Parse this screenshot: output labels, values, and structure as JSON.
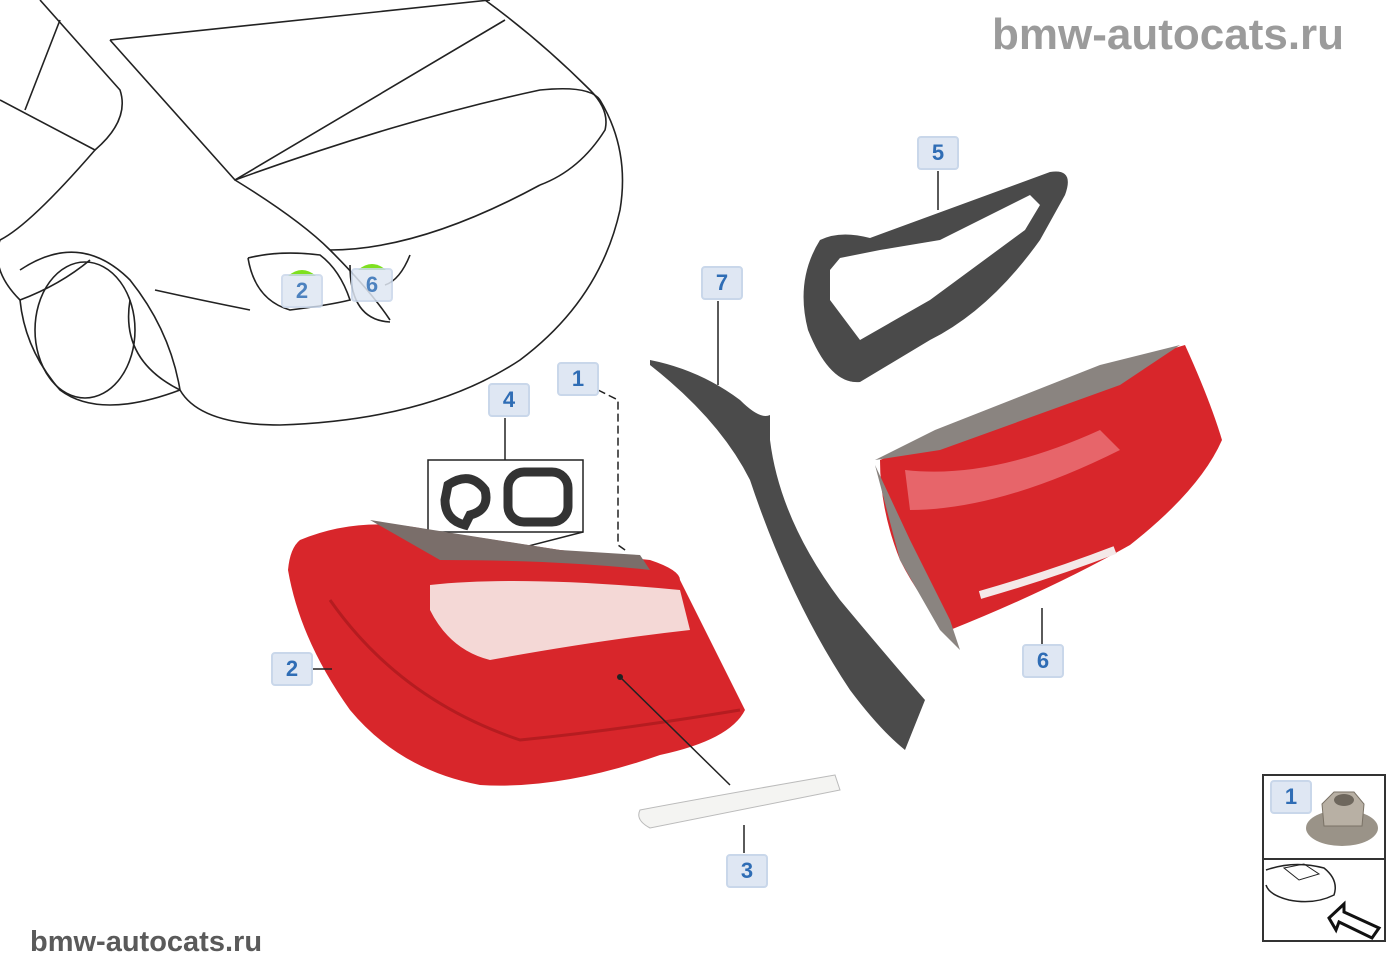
{
  "watermark": {
    "top": "bmw-autocats.ru",
    "bottom": "bmw-autocats.ru"
  },
  "colors": {
    "callout_bg": "#dfe7f3",
    "callout_text": "#2f6db5",
    "lamp_red": "#d8262b",
    "gasket": "#4a4a4a",
    "marker_green": "#7ee01f"
  },
  "callouts": {
    "part5": "5",
    "part7": "7",
    "part1": "1",
    "part4": "4",
    "part2": "2",
    "part6": "6",
    "part3": "3",
    "car_part2": "2",
    "car_part6": "6",
    "inset_part1": "1"
  }
}
